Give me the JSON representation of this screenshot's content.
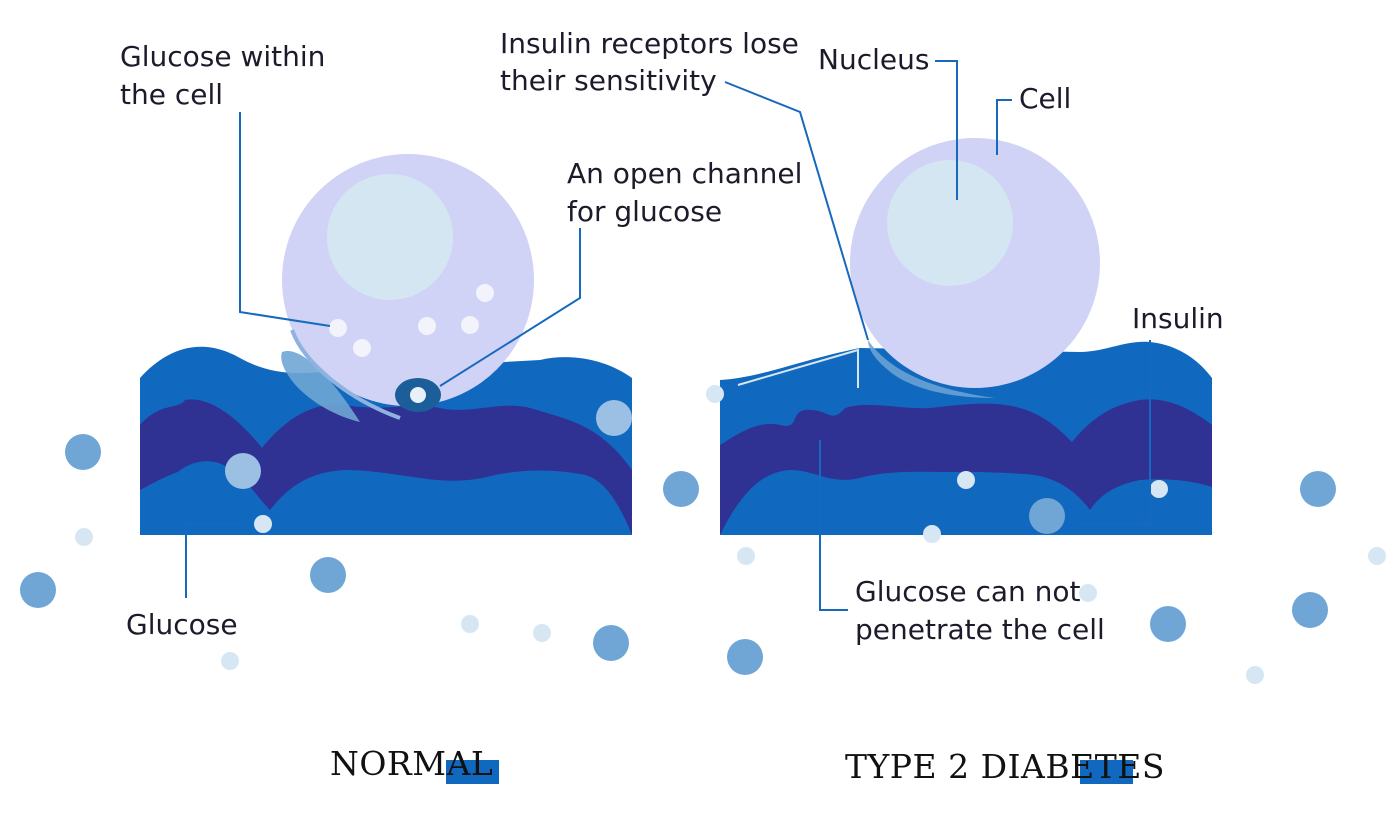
{
  "panels": {
    "normal": {
      "title": "NORMAL"
    },
    "diabetes": {
      "title": "TYPE 2 DIABETES"
    }
  },
  "labels": {
    "glucose_within_line1": "Glucose within",
    "glucose_within_line2": "the cell",
    "open_channel_line1": "An open channel",
    "open_channel_line2": "for glucose",
    "glucose": "Glucose",
    "receptors_line1": "Insulin receptors lose",
    "receptors_line2": "their sensitivity",
    "nucleus": "Nucleus",
    "cell": "Cell",
    "insulin": "Insulin",
    "cannot_penetrate_line1": "Glucose can not",
    "cannot_penetrate_line2": "penetrate the cell"
  },
  "colors": {
    "cell": "#d0d3f5",
    "nucleus": "#d4e6f1",
    "membrane_outer": "#1169bf",
    "membrane_inner": "#2f3193",
    "glucose_large": "#6fa6d5",
    "glucose_small": "#d6e7f3",
    "leader": "#1769bf",
    "title_marker": "#1169bf"
  }
}
